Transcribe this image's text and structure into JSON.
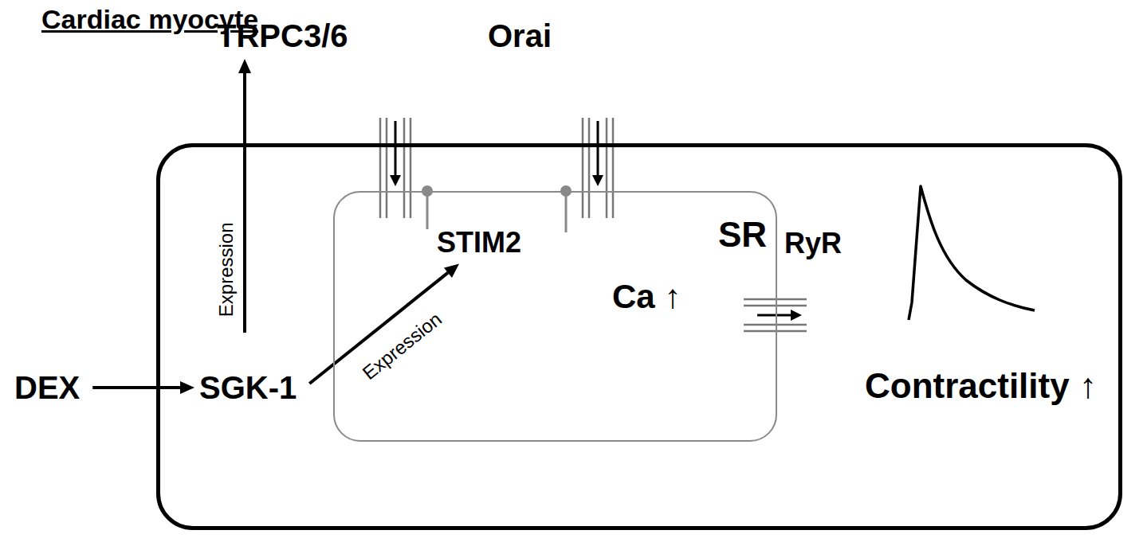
{
  "diagram": {
    "nodes": [
      {
        "text": [
          "Cardiac myocyte"
        ]
      },
      {
        "text": [
          "TRPC3/6"
        ]
      },
      {
        "text": [
          "SR"
        ],
        "in": 0
      },
      {
        "text": [
          "STIM2"
        ],
        "in": 2
      },
      {
        "text": [
          "DEX"
        ]
      },
      {
        "text": [
          "SGK-1"
        ],
        "in": 0
      }
    ],
    "edges": [
      {
        "from": 4,
        "to": 5,
        "arrow": "to"
      },
      {
        "from": 5,
        "to": 1,
        "label": "Expression",
        "arrow": "to"
      },
      {
        "from": 5,
        "to": 3,
        "label": "Expression",
        "arrow": "to"
      }
    ],
    "labels": [
      "Orai",
      "RyR",
      "Ca ↑",
      "Contractility ↑"
    ]
  }
}
